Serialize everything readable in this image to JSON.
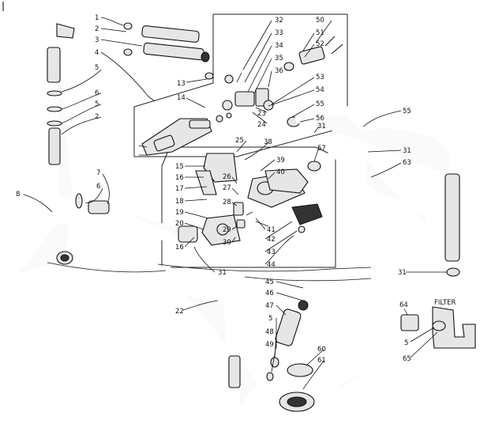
{
  "diagram": {
    "labels": [
      {
        "id": "l1",
        "text": "1"
      },
      {
        "id": "l2",
        "text": "2"
      },
      {
        "id": "l3",
        "text": "3"
      },
      {
        "id": "l4",
        "text": "4"
      },
      {
        "id": "l5a",
        "text": "5"
      },
      {
        "id": "l6a",
        "text": "6"
      },
      {
        "id": "l5b",
        "text": "5"
      },
      {
        "id": "l2b",
        "text": "2"
      },
      {
        "id": "l8",
        "text": "8"
      },
      {
        "id": "l7",
        "text": "7"
      },
      {
        "id": "l6b",
        "text": "6"
      },
      {
        "id": "l13",
        "text": "13"
      },
      {
        "id": "l14",
        "text": "14"
      },
      {
        "id": "l32",
        "text": "32"
      },
      {
        "id": "l33",
        "text": "33"
      },
      {
        "id": "l34",
        "text": "34"
      },
      {
        "id": "l35",
        "text": "35"
      },
      {
        "id": "l36",
        "text": "36"
      },
      {
        "id": "l50",
        "text": "50"
      },
      {
        "id": "l51",
        "text": "51"
      },
      {
        "id": "l52",
        "text": "52"
      },
      {
        "id": "l53",
        "text": "53"
      },
      {
        "id": "l54",
        "text": "54"
      },
      {
        "id": "l55a",
        "text": "55"
      },
      {
        "id": "l56",
        "text": "56"
      },
      {
        "id": "l23",
        "text": "23"
      },
      {
        "id": "l24",
        "text": "24"
      },
      {
        "id": "l55b",
        "text": "55"
      },
      {
        "id": "l57",
        "text": "57"
      },
      {
        "id": "l31a",
        "text": "31"
      },
      {
        "id": "l63",
        "text": "63"
      },
      {
        "id": "l31b",
        "text": "31"
      },
      {
        "id": "l25",
        "text": "25"
      },
      {
        "id": "l38",
        "text": "38"
      },
      {
        "id": "l39",
        "text": "39"
      },
      {
        "id": "l40",
        "text": "40"
      },
      {
        "id": "l15",
        "text": "15"
      },
      {
        "id": "l16a",
        "text": "16"
      },
      {
        "id": "l17",
        "text": "17"
      },
      {
        "id": "l18",
        "text": "18"
      },
      {
        "id": "l19",
        "text": "19"
      },
      {
        "id": "l20",
        "text": "20"
      },
      {
        "id": "l26",
        "text": "26"
      },
      {
        "id": "l27",
        "text": "27"
      },
      {
        "id": "l28",
        "text": "28"
      },
      {
        "id": "l29",
        "text": "29"
      },
      {
        "id": "l30",
        "text": "30"
      },
      {
        "id": "l41",
        "text": "41"
      },
      {
        "id": "l42",
        "text": "42"
      },
      {
        "id": "l43",
        "text": "43"
      },
      {
        "id": "l44",
        "text": "44"
      },
      {
        "id": "l16b",
        "text": "16"
      },
      {
        "id": "l31c",
        "text": "31"
      },
      {
        "id": "l31d",
        "text": "31"
      },
      {
        "id": "l45",
        "text": "45"
      },
      {
        "id": "l46",
        "text": "46"
      },
      {
        "id": "l47",
        "text": "47"
      },
      {
        "id": "l5c",
        "text": "5"
      },
      {
        "id": "l48",
        "text": "48"
      },
      {
        "id": "l49",
        "text": "49"
      },
      {
        "id": "l22",
        "text": "22"
      },
      {
        "id": "l60",
        "text": "60"
      },
      {
        "id": "l61",
        "text": "61"
      },
      {
        "id": "l64",
        "text": "64"
      },
      {
        "id": "l5d",
        "text": "5"
      },
      {
        "id": "l65",
        "text": "65"
      },
      {
        "id": "filter",
        "text": "FILTER"
      }
    ]
  }
}
